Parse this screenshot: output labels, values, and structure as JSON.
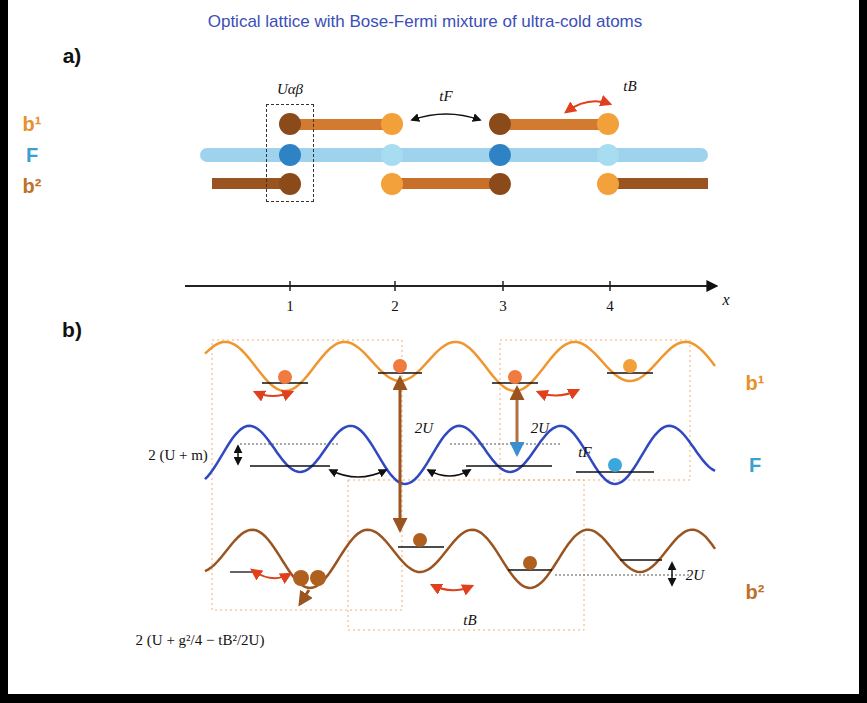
{
  "diagram": {
    "title": "Optical lattice with Bose-Fermi mixture of ultra-cold atoms",
    "nodes": [
      {
        "text": [
          "Uαβ"
        ]
      }
    ],
    "labels": [
      "a)",
      "b¹",
      "F",
      "b²",
      "tF",
      "tB",
      "1",
      "2",
      "3",
      "4",
      "x",
      "b)",
      "2 (U + m)",
      "2U",
      "2U",
      "tF",
      "b¹",
      "F",
      "b²",
      "2U",
      "tB",
      "2 (U + g²/4 − tB²/2U)"
    ]
  }
}
